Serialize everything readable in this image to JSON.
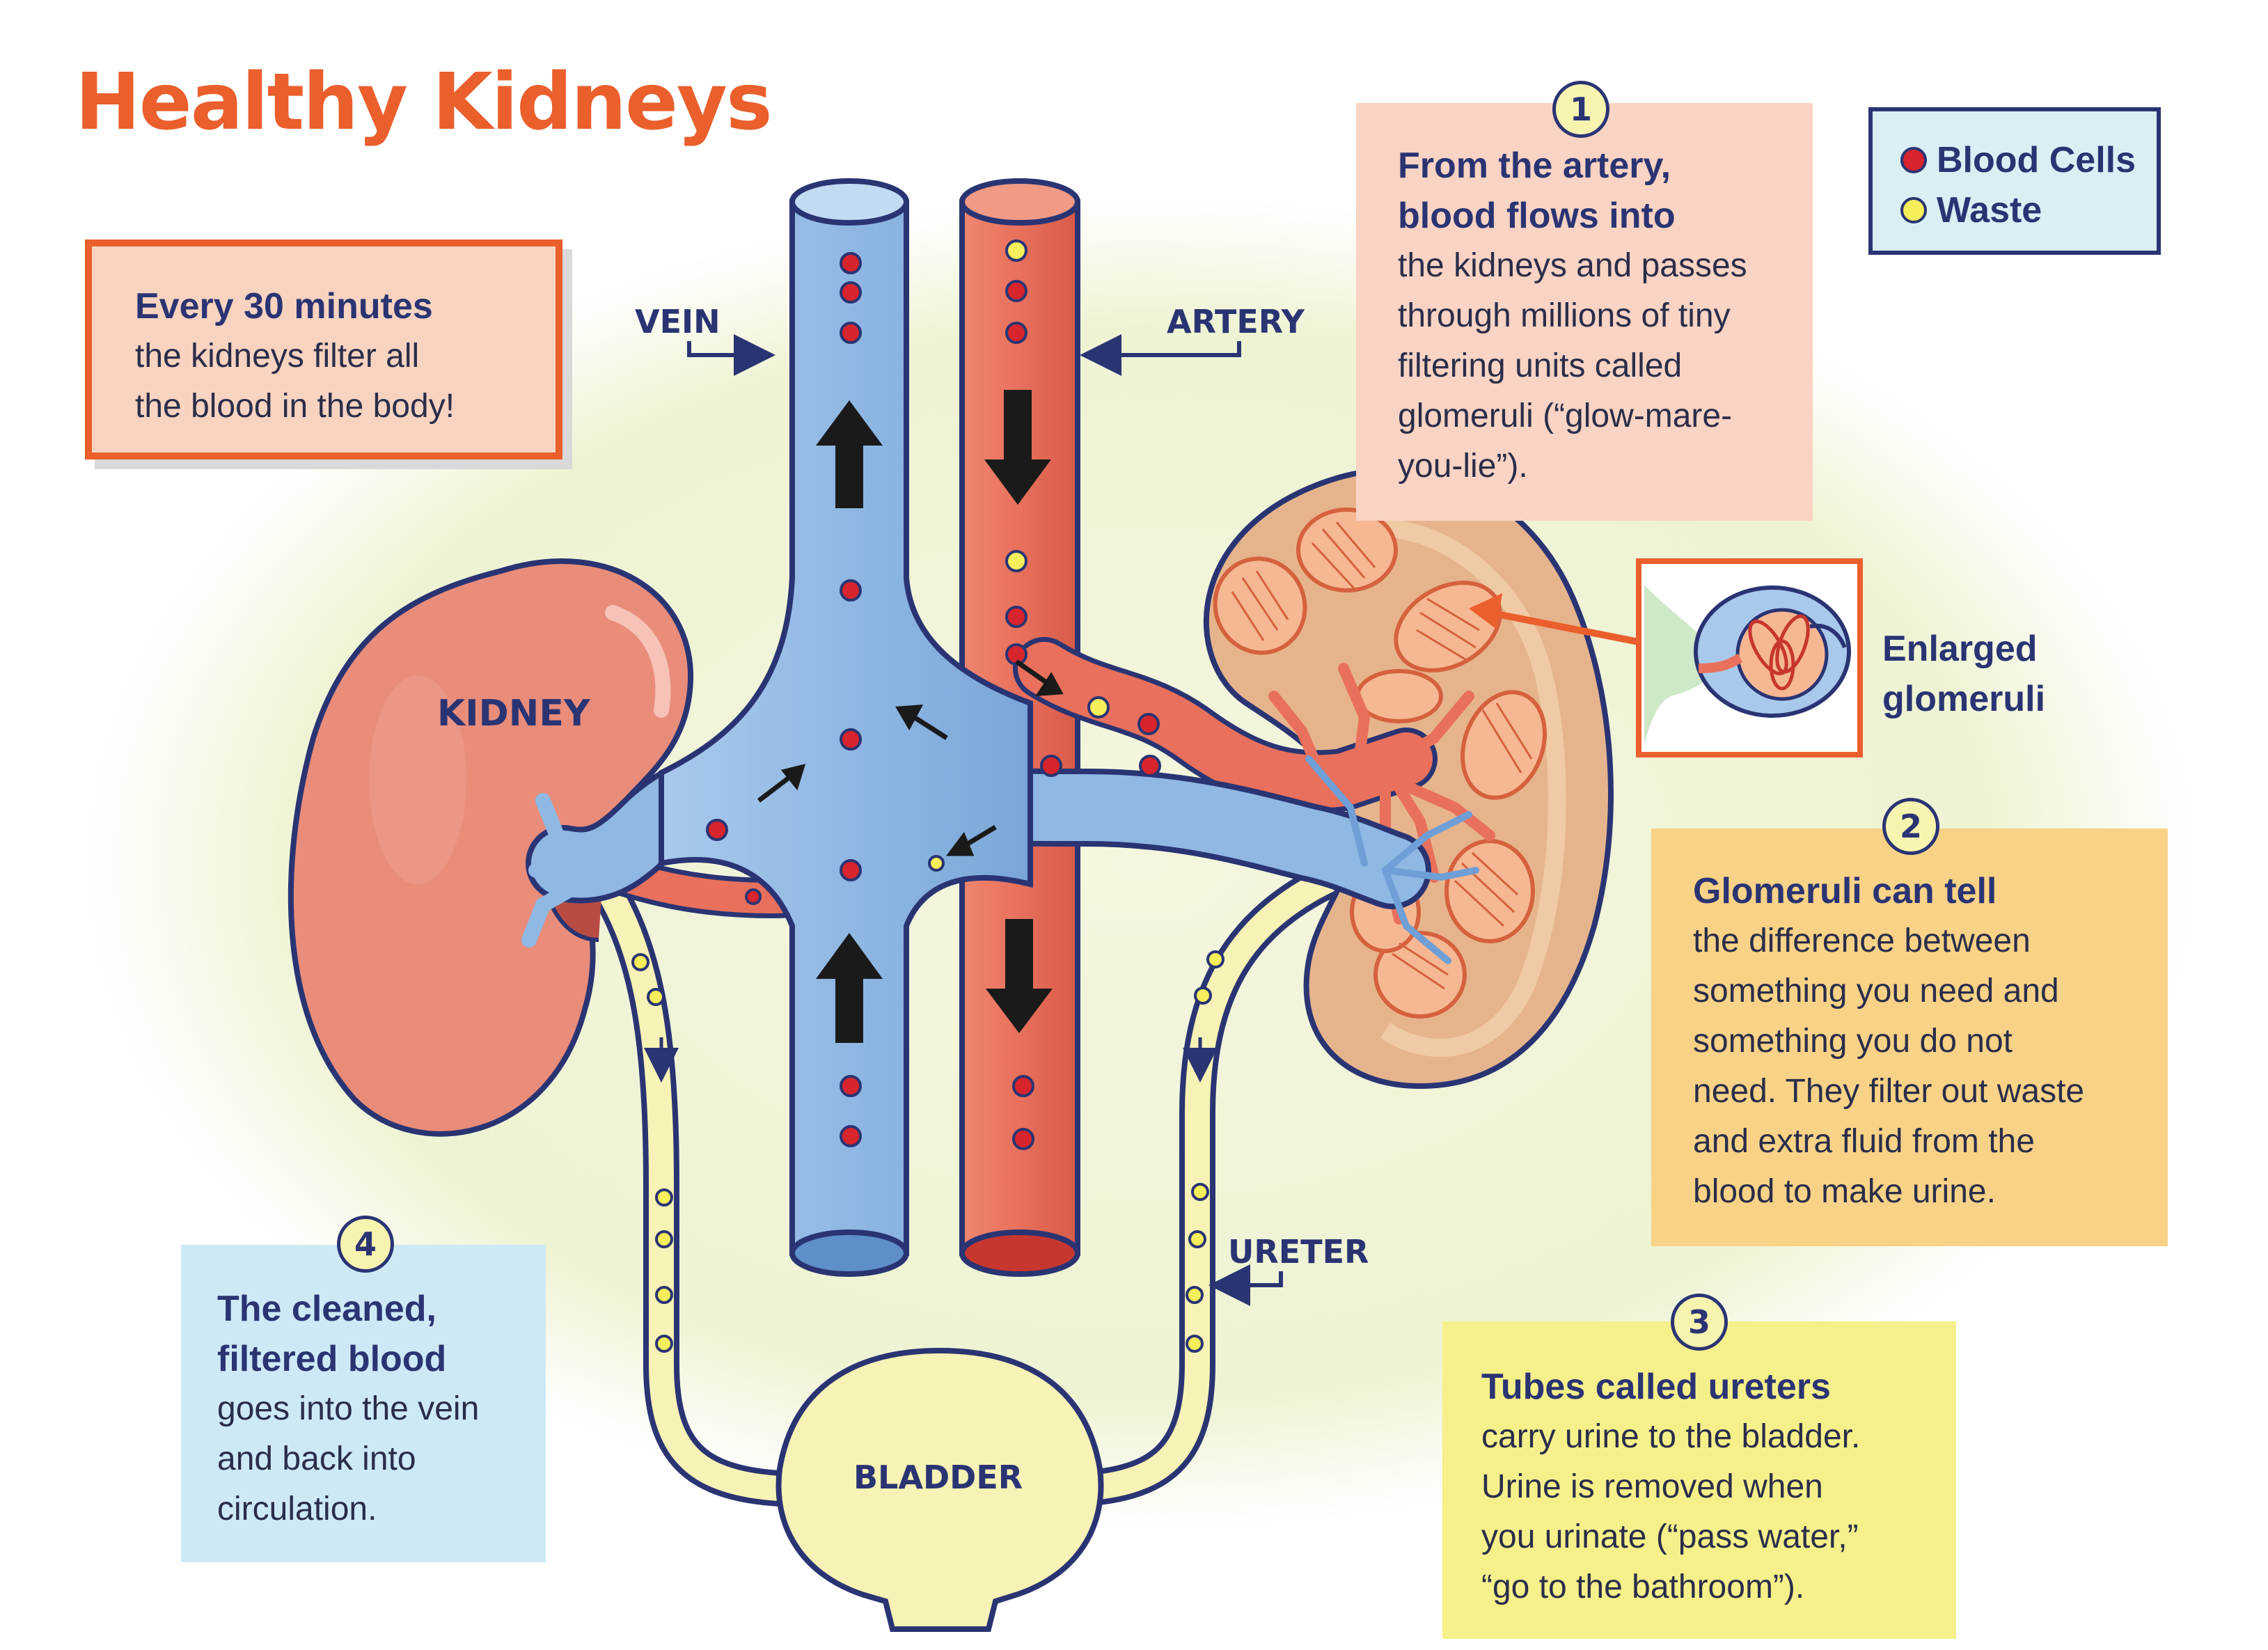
{
  "title": "Healthy Kidneys",
  "colors": {
    "title": "#ea5f2c",
    "navy": "#2a3473",
    "vein": "#8fb8e3",
    "artery": "#e8705c",
    "kidney": "#e98c7a",
    "kidney_cut": "#e6b48c",
    "ureter": "#f7f2b5",
    "blood_cell": "#d8242c",
    "waste": "#f6ee5a",
    "background_glow": "#eef3d3"
  },
  "note_box": {
    "head": "Every 30 minutes",
    "lines": [
      "the kidneys filter all",
      "the blood in the body!"
    ]
  },
  "legend": {
    "blood_cells": "Blood Cells",
    "waste": "Waste"
  },
  "labels": {
    "vein": "VEIN",
    "artery": "ARTERY",
    "kidney": "KIDNEY",
    "ureter": "URETER",
    "bladder": "BLADDER",
    "enlarged_1": "Enlarged",
    "enlarged_2": "glomeruli"
  },
  "steps": [
    {
      "number": "1",
      "head": [
        "From the artery,",
        "blood flows into"
      ],
      "lines": [
        "the kidneys and passes",
        "through millions of tiny",
        "filtering units called",
        "glomeruli (“glow-mare-",
        "you-lie”)."
      ]
    },
    {
      "number": "2",
      "head": [
        "Glomeruli can tell"
      ],
      "lines": [
        "the difference between",
        "something you need and",
        "something you do not",
        "need. They filter out waste",
        "and extra fluid from the",
        "blood to make urine."
      ]
    },
    {
      "number": "3",
      "head": [
        "Tubes called ureters"
      ],
      "lines": [
        "carry urine to the bladder.",
        "Urine is removed when",
        "you urinate (“pass water,”",
        "“go to the bathroom”)."
      ]
    },
    {
      "number": "4",
      "head": [
        "The cleaned,",
        "filtered blood"
      ],
      "lines": [
        "goes into the vein",
        "and back into",
        "circulation."
      ]
    }
  ]
}
